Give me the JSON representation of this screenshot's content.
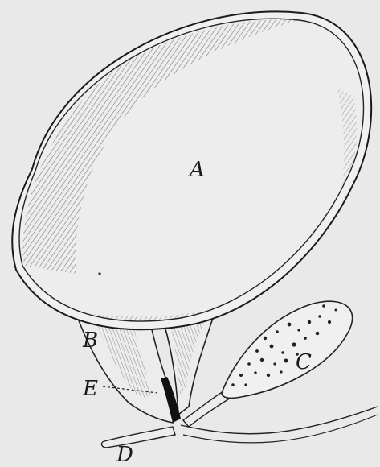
{
  "figure": {
    "labels": {
      "a": "A",
      "b": "B",
      "c": "C",
      "d": "D",
      "e": "E"
    }
  },
  "colors": {
    "background": "#e9e9e9",
    "ink": "#1a1a1a",
    "shade": "#555555"
  }
}
